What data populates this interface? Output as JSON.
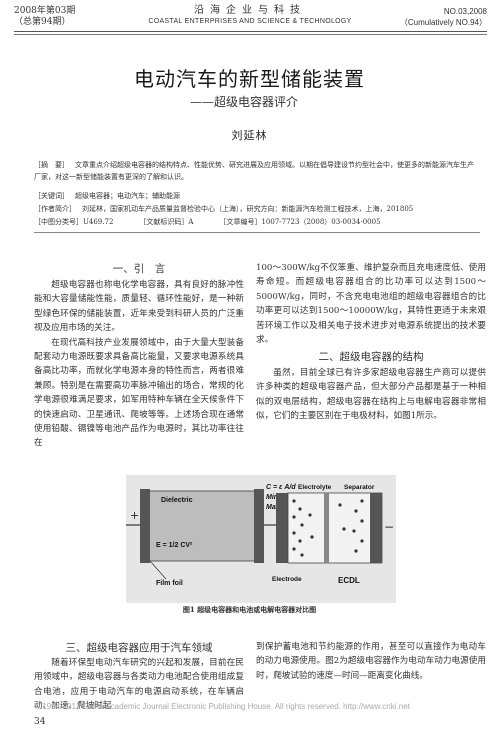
{
  "header": {
    "left_line1": "2008年第03期",
    "left_line2": "（总第94期）",
    "journal_cn": "沿海企业与科技",
    "journal_en": "COASTAL ENTERPRISES AND SCIENCE & TECHNOLOGY",
    "right_line1": "NO.03,2008",
    "right_line2": "（Cumulatively NO.94）"
  },
  "title": "电动汽车的新型储能装置",
  "subtitle": "——超级电容器评介",
  "author": "刘延林",
  "abstract_label": "［摘　要］",
  "abstract": "文章重点介绍超级电容器的结构特点、性能优势、研究进展及应用领域。以期在倡导建设节约型社会中，使更多的新能源汽车生产厂家，对这一新型储能装置有更深的了解和认识。",
  "keywords_label": "［关键词］",
  "keywords": "超级电容器；电动汽车；辅助能源",
  "author_intro_label": "［作者简介］",
  "author_intro": "刘延林，国家机动车产品质量监督检验中心（上海），研究方向：新能源汽车检测工程技术，上海，201805",
  "classification": {
    "clc": "［中图分类号］U469.72",
    "doc_code": "［文献标识码］A",
    "article_no": "［文章编号］1007-7723（2008）03-0034-0005"
  },
  "sec1_title": "一、引　言",
  "sec1_p1": "超级电容器也称电化学电容器，具有良好的脉冲性能和大容量储能性能，质量轻、循环性能好，是一种新型绿色环保的储能装置，近年来受到科研人员的广泛重视及应用市场的关注。",
  "sec1_p2": "在现代高科技产业发展领域中，由于大量大型装备配套动力电源既要求具备高比能量，又要求电源系统具备高比功率，而就化学电源本身的特性而言，两者很难兼顾。特别是在需要高功率脉冲输出的场合，常规的化学电源很难满足要求，如军用特种车辆在全天候条件下的快速启动、卫星通讯、爬坡等等。上述场合现在通常使用铅酸、镉镍等电池产品作为电源时，其比功率往往在",
  "col2_p1": "100～300W/kg不仅笨重、维护复杂而且充电速度低、使用寿命短。而超级电容器组合的比功率可以达到1500～5000W/kg，同时，不含充电电池组的超级电容器组合的比功率更可以达到1500～10000W/kg，其特性更适于未来艰苦环境工作以及相关电子技术进步对电源系统提出的技术要求。",
  "sec2_title": "二、超级电容器的结构",
  "sec2_p1": "虽然，目前全球已有许多家超级电容器生产商可以提供许多种类的超级电容器产品，但大部分产品都是基于一种相似的双电层结构，超级电容器在结构上与电解电容器非常相似，它们的主要区别在于电极材料，如图1所示。",
  "figure": {
    "dielectric": "Dielectric",
    "formula1": "C = ε A/d",
    "formula2": "Minimize (d)",
    "formula3": "Maximize (A)",
    "formula4": "E = 1/2 CV²",
    "film_foil": "Film foil",
    "electrode": "Electrode",
    "electrolyte": "Electrolyte",
    "separator": "Separator",
    "ecdl": "ECDL",
    "plus": "+",
    "minus": "−",
    "caption": "图1  超级电容器和电池或电解电容器对比图"
  },
  "sec3_title": "三、超级电容器应用于汽车领域",
  "sec3_p1": "随着环保型电动汽车研究的兴起和发展，目前在民用领域中，超级电容器与各类动力电池配合使用组成复合电池，应用于电动汽车的电源启动系统，在车辆启动、加速、爬坡时起",
  "col2b_p1": "到保护蓄电池和节约能源的作用，甚至可以直接作为电动车的动力电源使用。图2为超级电容器作为电动车动力电源使用时，爬坡试验的速度—时间—距离变化曲线。",
  "footer": "© 1994-2012 China Academic Journal Electronic Publishing House. All rights reserved.    http://www.cnki.net",
  "page_number": "34"
}
